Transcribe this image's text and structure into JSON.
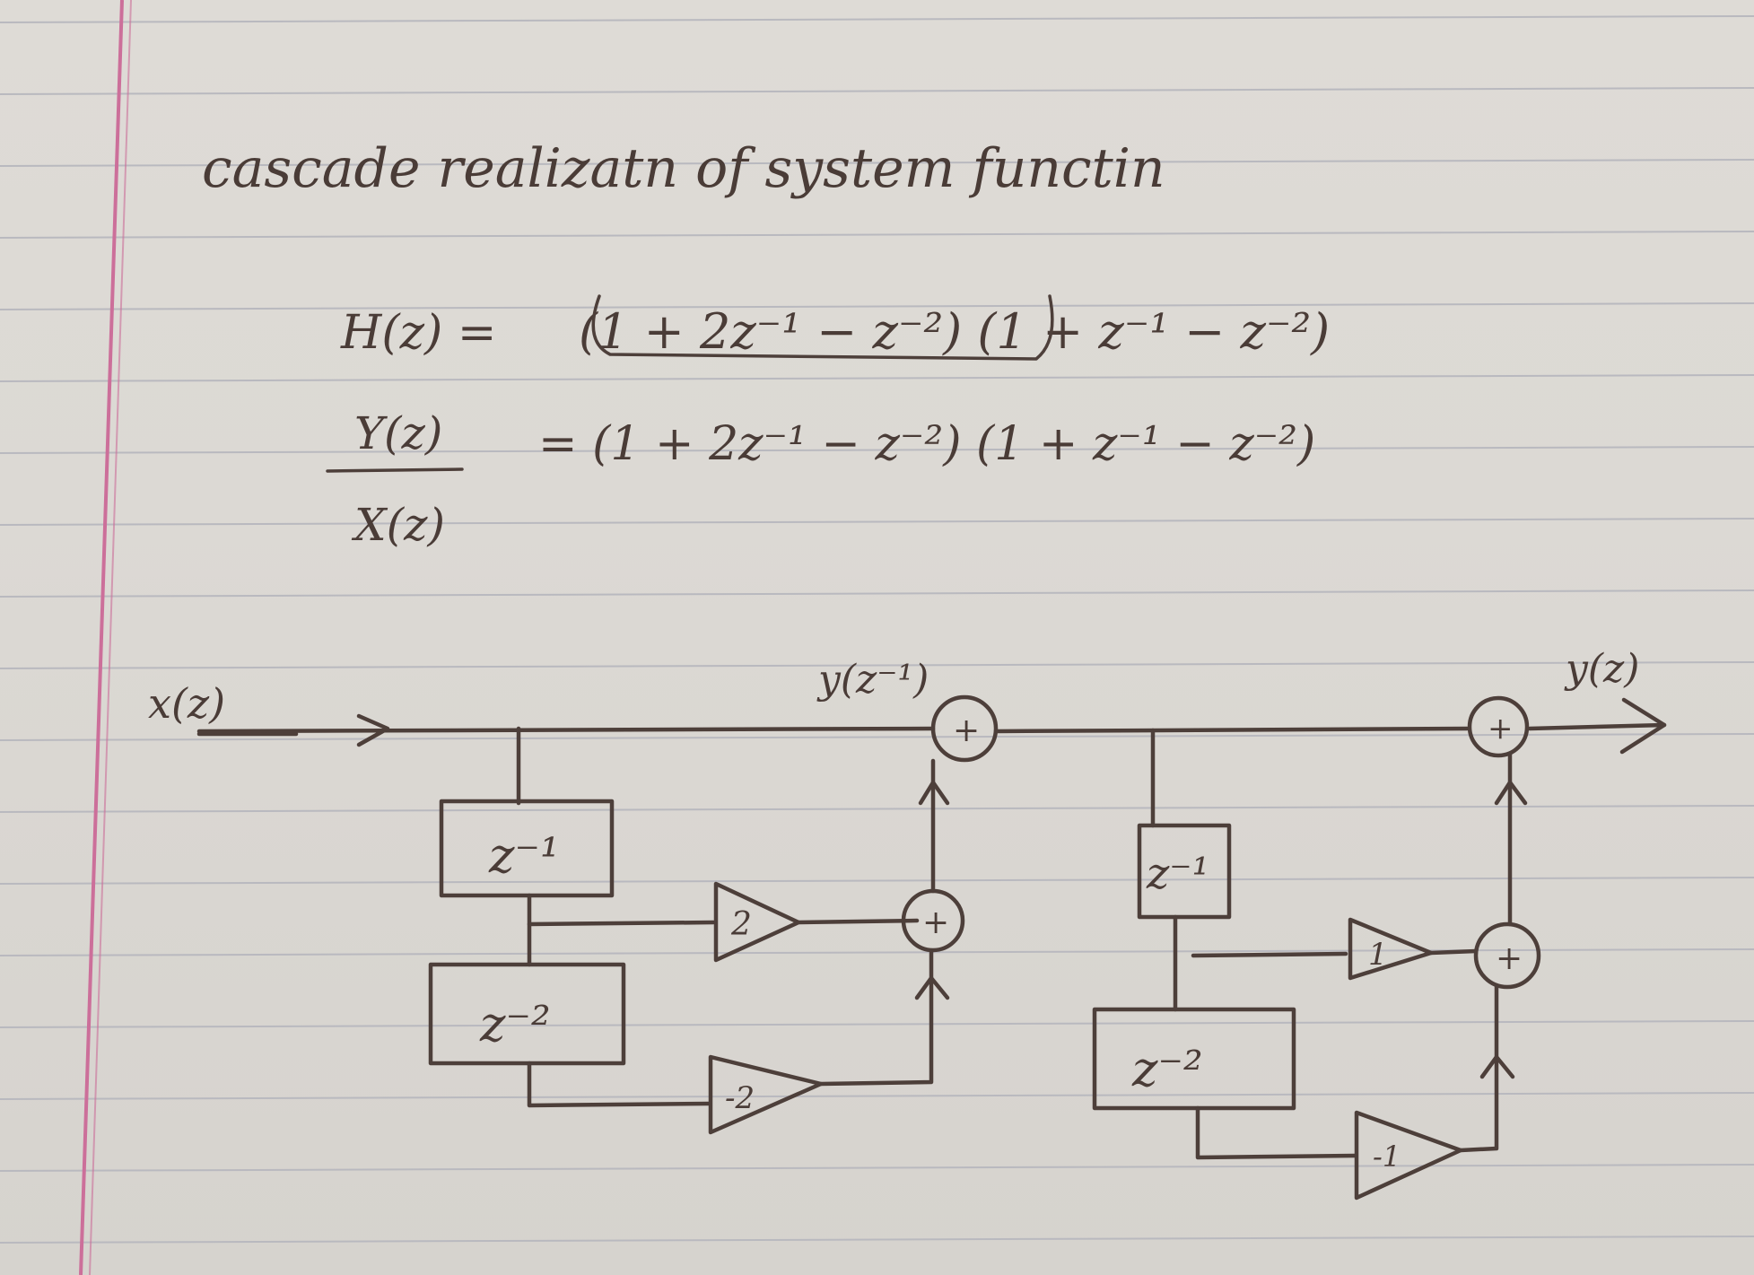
{
  "heading": "cascade realizatn of system functin",
  "equations": {
    "h_lhs": "H(z) =",
    "h_rhs": "(1 + 2z⁻¹ − z⁻²) (1 + z⁻¹ − z⁻²)",
    "ratio_num": "Y(z)",
    "ratio_den": "X(z)",
    "ratio_rhs": "= (1 + 2z⁻¹ − z⁻²) (1 + z⁻¹ − z⁻²)"
  },
  "diagram": {
    "input_label": "x(z)",
    "intermediate_label": "y(z⁻¹)",
    "output_label": "y(z)",
    "stage1": {
      "delay1": "z⁻¹",
      "delay2": "z⁻²",
      "gain1": "2",
      "gain2": "-2",
      "adder": "+"
    },
    "stage2": {
      "delay1": "z⁻¹",
      "delay2": "z⁻²",
      "gain1": "1",
      "gain2": "-1",
      "adder": "+"
    }
  },
  "colors": {
    "ink": "#4d3f3a",
    "paper": "#dcd9d4",
    "rule": "#b9b9bf",
    "margin": "#cc6f9a"
  }
}
